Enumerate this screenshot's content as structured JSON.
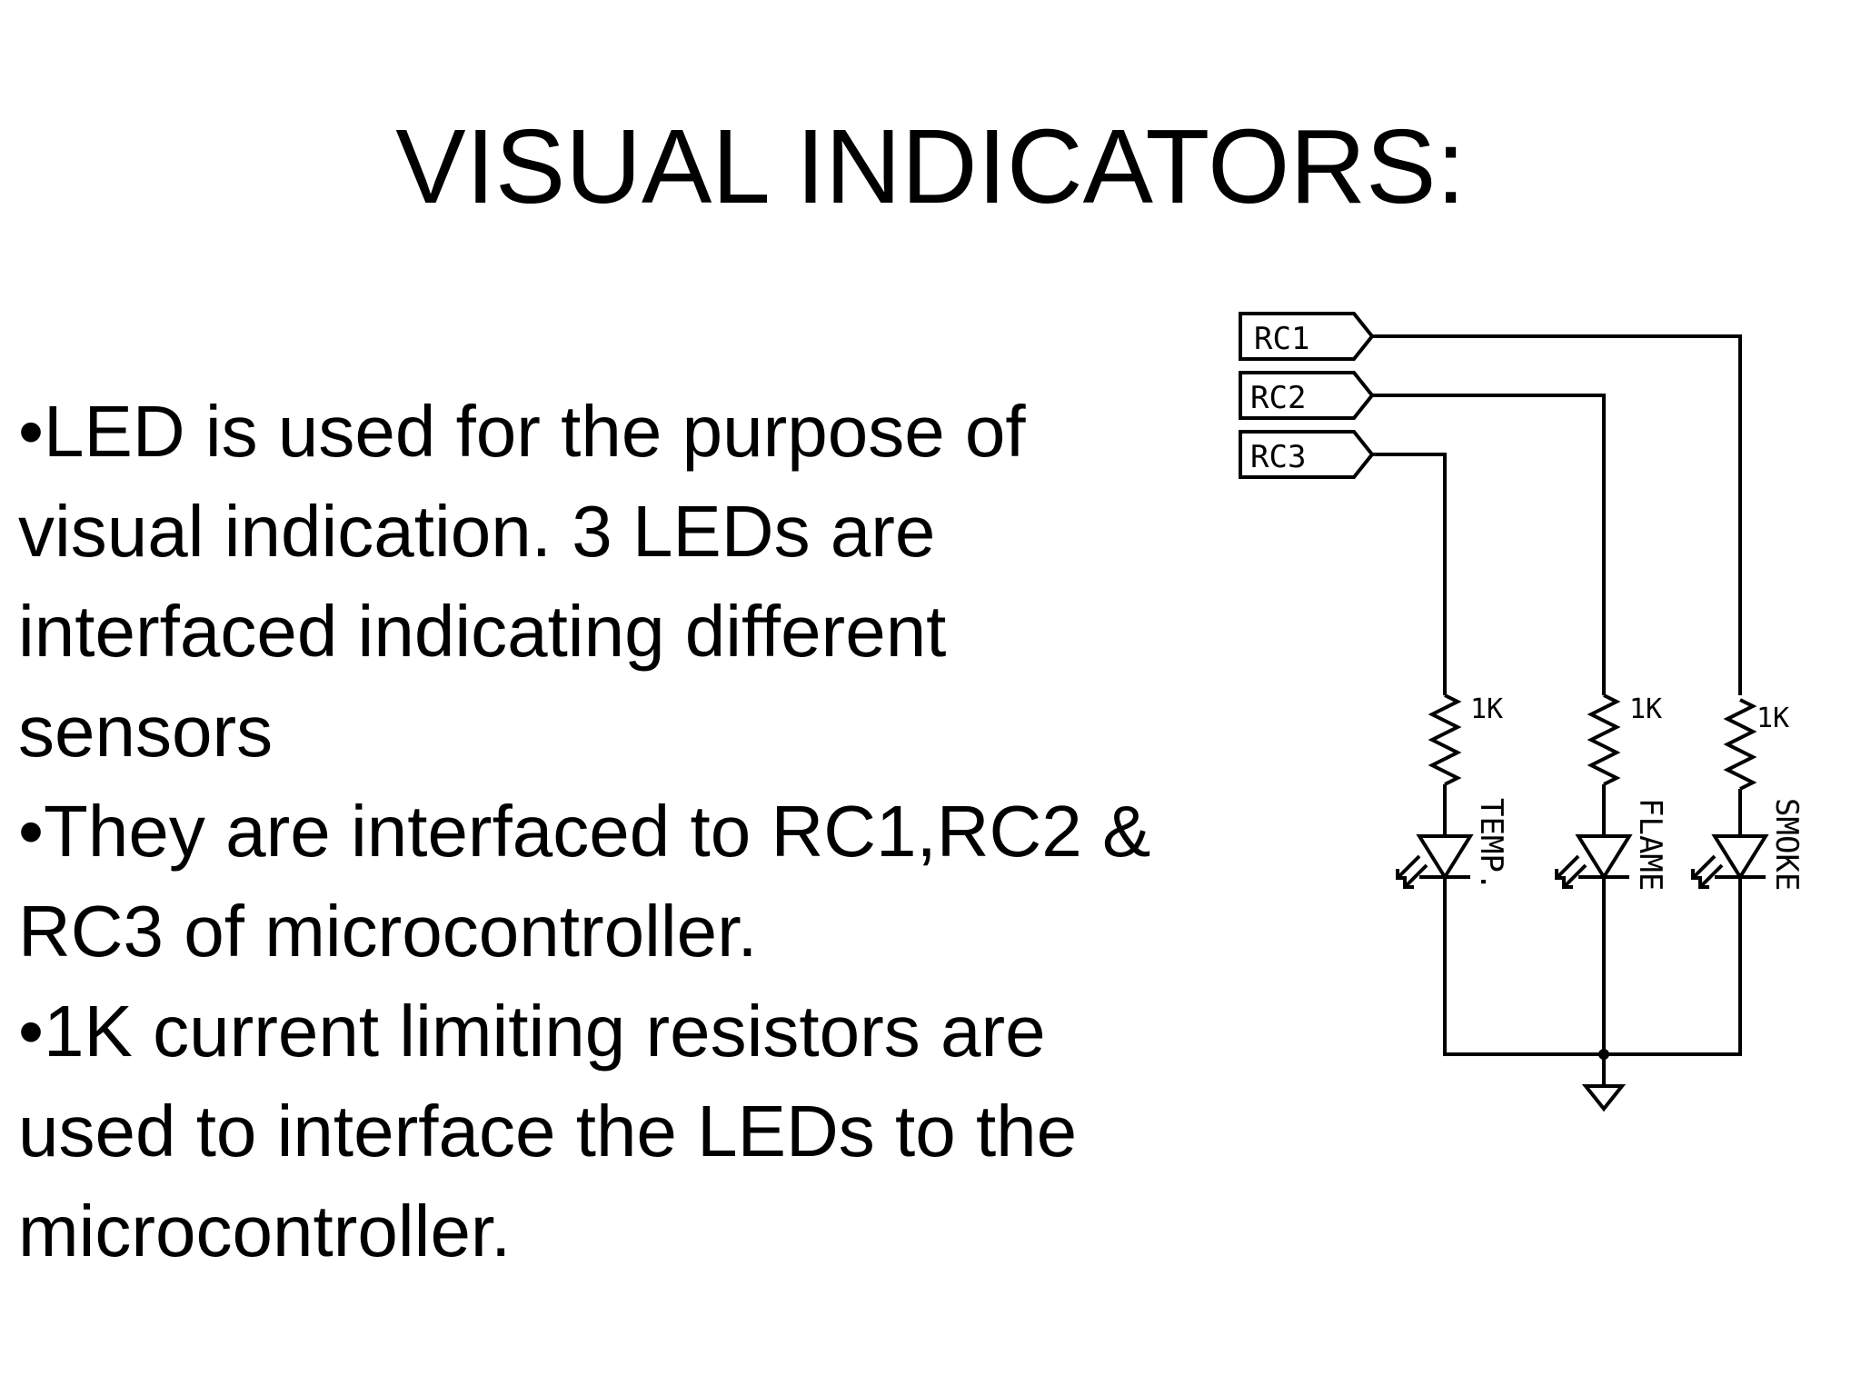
{
  "title": "VISUAL INDICATORS:",
  "bullet_symbol": "•",
  "bullets": [
    "LED is used for the purpose of visual indication. 3 LEDs are interfaced  indicating different sensors",
    "They are interfaced to RC1,RC2 & RC3 of microcontroller.",
    "1K current limiting resistors are used to interface the LEDs to the microcontroller."
  ],
  "circuit": {
    "ports": [
      "RC1",
      "RC2",
      "RC3"
    ],
    "resistor_value": "1K",
    "leds": [
      "TEMP.",
      "FLAME",
      "SMOKE"
    ]
  }
}
